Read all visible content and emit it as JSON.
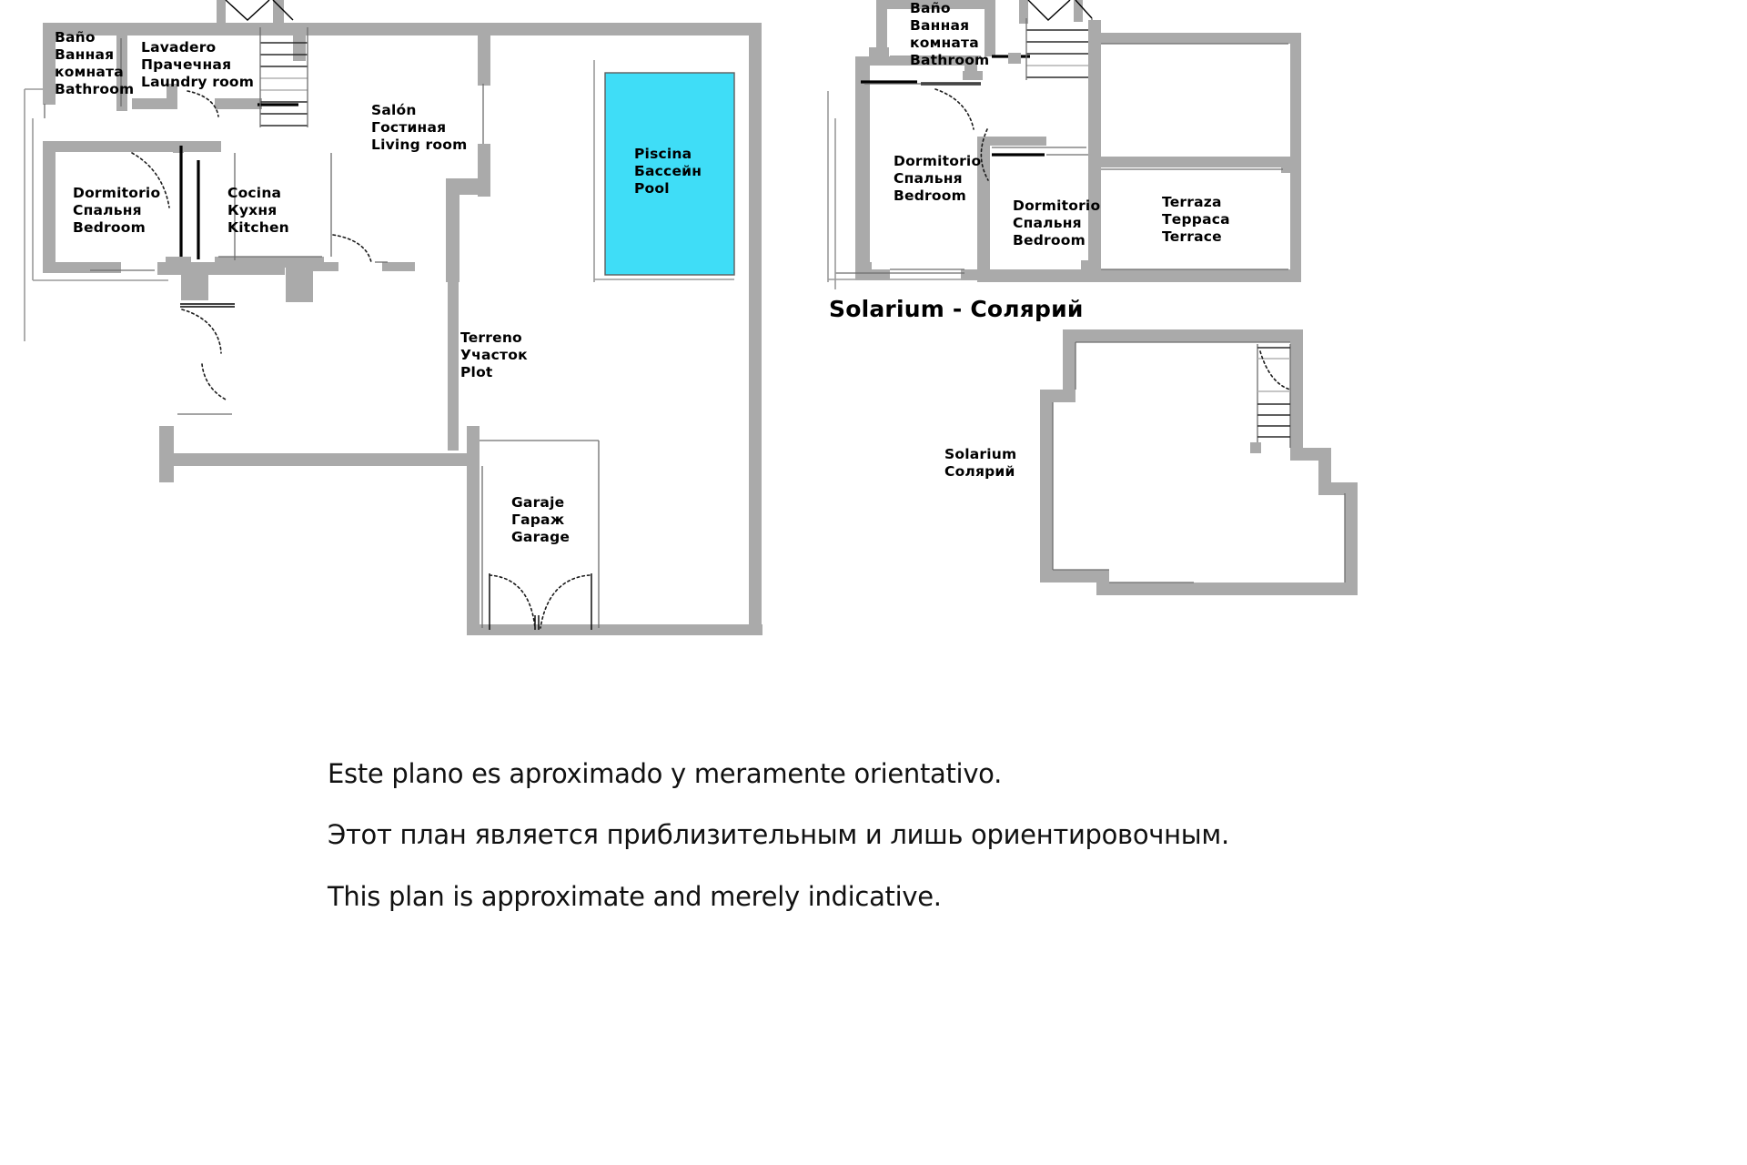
{
  "document": {
    "type": "floor-plan",
    "languages": [
      "Spanish",
      "Russian",
      "English"
    ],
    "background_color": "#ffffff",
    "wall_color": "#aaaaaa",
    "pool_color": "#3fddf7",
    "text_color": "#000000"
  },
  "sections": {
    "solarium_heading": "Solarium - Солярий"
  },
  "rooms": {
    "ground_bathroom": {
      "es": "Baño",
      "ru_1": "Ванная",
      "ru_2": "комната",
      "en": "Bathroom"
    },
    "laundry": {
      "es": "Lavadero",
      "ru": "Прачечная",
      "en": "Laundry room"
    },
    "ground_bedroom": {
      "es": "Dormitorio",
      "ru": "Спальня",
      "en": "Bedroom"
    },
    "kitchen": {
      "es": "Cocina",
      "ru": "Кухня",
      "en": "Kitchen"
    },
    "living_room": {
      "es": "Salón",
      "ru": "Гостиная",
      "en": "Living room"
    },
    "pool": {
      "es": "Piscina",
      "ru": "Бассейн",
      "en": "Pool"
    },
    "plot": {
      "es": "Terreno",
      "ru": "Участок",
      "en": "Plot"
    },
    "garage": {
      "es": "Garaje",
      "ru": "Гараж",
      "en": "Garage"
    },
    "upper_bathroom": {
      "es": "Baño",
      "ru_1": "Ванная",
      "ru_2": "комната",
      "en": "Bathroom"
    },
    "upper_bedroom_1": {
      "es": "Dormitorio",
      "ru": "Спальня",
      "en": "Bedroom"
    },
    "upper_bedroom_2": {
      "es": "Dormitorio",
      "ru": "Спальня",
      "en": "Bedroom"
    },
    "terrace": {
      "es": "Terraza",
      "ru": "Терраса",
      "en": "Terrace"
    },
    "solarium": {
      "es": "Solarium",
      "ru": "Солярий"
    }
  },
  "disclaimer": {
    "es": "Este plano es aproximado y meramente orientativo.",
    "ru": "Этот план является приблизительным и лишь ориентировочным.",
    "en": "This plan is approximate and merely indicative."
  }
}
